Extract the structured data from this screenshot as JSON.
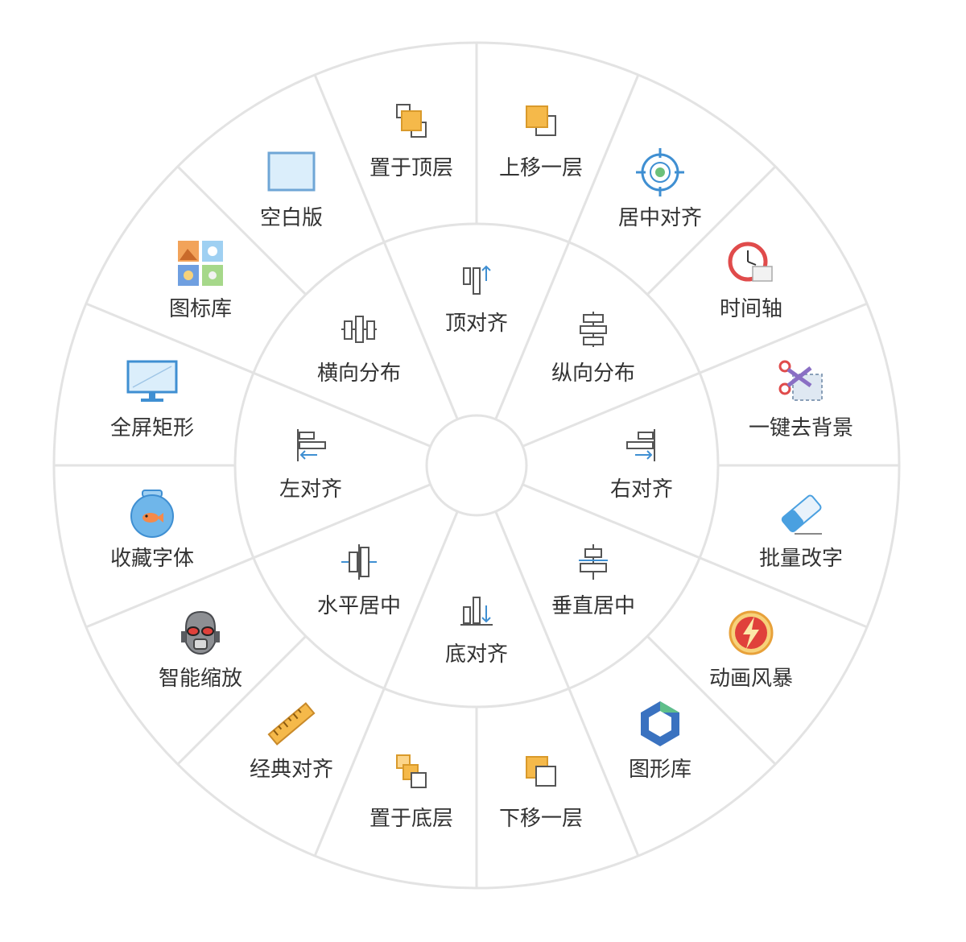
{
  "wheel": {
    "inner_items": [
      {
        "id": "top-align",
        "label": "顶对齐",
        "icon": "align-top-icon"
      },
      {
        "id": "vertical-distribute",
        "label": "纵向分布",
        "icon": "distribute-vertical-icon"
      },
      {
        "id": "right-align",
        "label": "右对齐",
        "icon": "align-right-icon"
      },
      {
        "id": "vertical-center",
        "label": "垂直居中",
        "icon": "align-vertical-center-icon"
      },
      {
        "id": "bottom-align",
        "label": "底对齐",
        "icon": "align-bottom-icon"
      },
      {
        "id": "horizontal-center",
        "label": "水平居中",
        "icon": "align-horizontal-center-icon"
      },
      {
        "id": "left-align",
        "label": "左对齐",
        "icon": "align-left-icon"
      },
      {
        "id": "horizontal-distribute",
        "label": "横向分布",
        "icon": "distribute-horizontal-icon"
      }
    ],
    "outer_items": [
      {
        "id": "move-up-layer",
        "label": "上移一层",
        "icon": "bring-forward-icon"
      },
      {
        "id": "center-align",
        "label": "居中对齐",
        "icon": "target-icon"
      },
      {
        "id": "timeline",
        "label": "时间轴",
        "icon": "clock-icon"
      },
      {
        "id": "remove-background",
        "label": "一键去背景",
        "icon": "scissors-icon"
      },
      {
        "id": "batch-edit-text",
        "label": "批量改字",
        "icon": "eraser-icon"
      },
      {
        "id": "animation-storm",
        "label": "动画风暴",
        "icon": "lightning-icon"
      },
      {
        "id": "shape-library",
        "label": "图形库",
        "icon": "hexagon-icon"
      },
      {
        "id": "move-down-layer",
        "label": "下移一层",
        "icon": "send-backward-icon"
      },
      {
        "id": "send-to-bottom",
        "label": "置于底层",
        "icon": "send-to-back-icon"
      },
      {
        "id": "classic-align",
        "label": "经典对齐",
        "icon": "ruler-icon"
      },
      {
        "id": "smart-zoom",
        "label": "智能缩放",
        "icon": "antman-mask-icon"
      },
      {
        "id": "favorite-fonts",
        "label": "收藏字体",
        "icon": "fishbowl-icon"
      },
      {
        "id": "fullscreen-rect",
        "label": "全屏矩形",
        "icon": "monitor-icon"
      },
      {
        "id": "icon-library",
        "label": "图标库",
        "icon": "image-grid-icon"
      },
      {
        "id": "blank-layout",
        "label": "空白版",
        "icon": "blank-rectangle-icon"
      },
      {
        "id": "bring-to-top",
        "label": "置于顶层",
        "icon": "bring-to-front-icon"
      }
    ],
    "colors": {
      "ring_stroke": "#e3e3e3",
      "label": "#333333",
      "orange": "#f5b94a",
      "orange_light": "#fcd58a",
      "blue": "#3f8fd2",
      "gray_icon": "#666666"
    }
  }
}
